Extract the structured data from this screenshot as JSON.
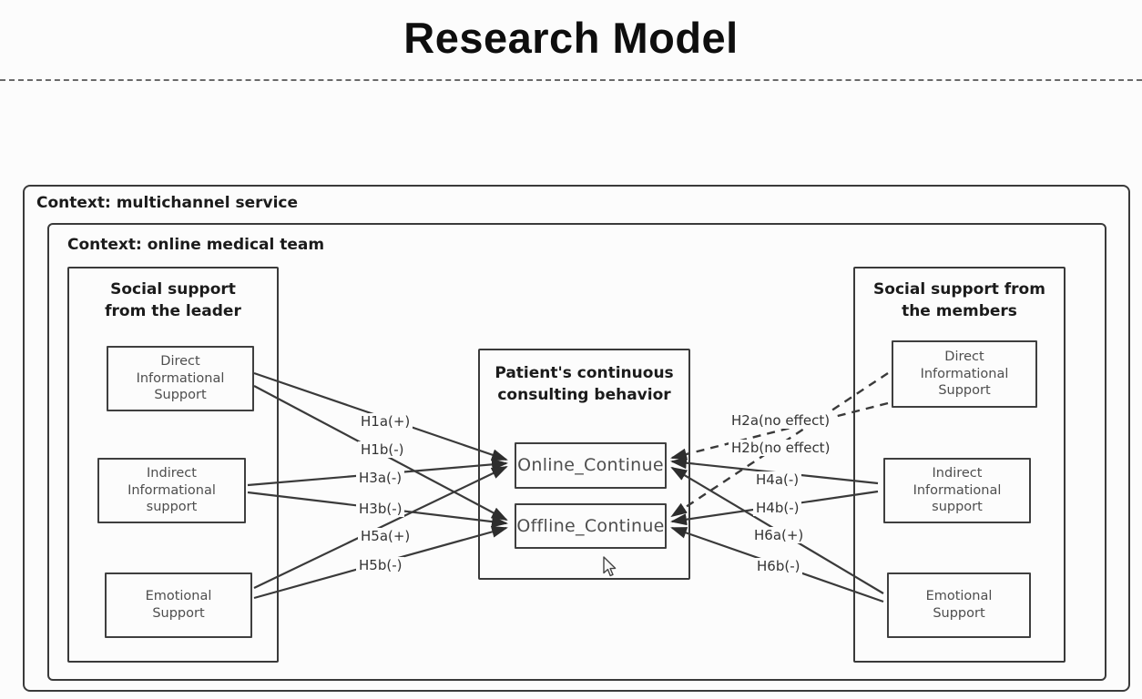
{
  "title": "Research Model",
  "diagram": {
    "outer_context_label": "Context: multichannel service",
    "inner_context_label": "Context: online medical team",
    "groups": {
      "leader": {
        "title": "Social support\nfrom the leader",
        "items": [
          "Direct\nInformational\nSupport",
          "Indirect\nInformational\nsupport",
          "Emotional\nSupport"
        ]
      },
      "center": {
        "title": "Patient's continuous\nconsulting behavior",
        "items": [
          "Online_Continue",
          "Offline_Continue"
        ]
      },
      "members": {
        "title": "Social support from\nthe members",
        "items": [
          "Direct\nInformational\nSupport",
          "Indirect\nInformational\nsupport",
          "Emotional\nSupport"
        ]
      }
    },
    "edges": [
      {
        "id": "H1a",
        "label": "H1a(+)",
        "style": "solid",
        "from": "leader-direct",
        "to": "online"
      },
      {
        "id": "H1b",
        "label": "H1b(-)",
        "style": "solid",
        "from": "leader-direct",
        "to": "offline"
      },
      {
        "id": "H3a",
        "label": "H3a(-)",
        "style": "solid",
        "from": "leader-indirect",
        "to": "online"
      },
      {
        "id": "H3b",
        "label": "H3b(-)",
        "style": "solid",
        "from": "leader-indirect",
        "to": "offline"
      },
      {
        "id": "H5a",
        "label": "H5a(+)",
        "style": "solid",
        "from": "leader-emotional",
        "to": "online"
      },
      {
        "id": "H5b",
        "label": "H5b(-)",
        "style": "solid",
        "from": "leader-emotional",
        "to": "offline"
      },
      {
        "id": "H2a",
        "label": "H2a(no effect)",
        "style": "dashed",
        "from": "members-direct",
        "to": "online"
      },
      {
        "id": "H2b",
        "label": "H2b(no effect)",
        "style": "dashed",
        "from": "members-direct",
        "to": "offline"
      },
      {
        "id": "H4a",
        "label": "H4a(-)",
        "style": "solid",
        "from": "members-indirect",
        "to": "online"
      },
      {
        "id": "H4b",
        "label": "H4b(-)",
        "style": "solid",
        "from": "members-indirect",
        "to": "offline"
      },
      {
        "id": "H6a",
        "label": "H6a(+)",
        "style": "solid",
        "from": "members-emotional",
        "to": "online"
      },
      {
        "id": "H6b",
        "label": "H6b(-)",
        "style": "solid",
        "from": "members-emotional",
        "to": "offline"
      }
    ],
    "colors": {
      "background": "#fcfcfc",
      "border": "#3a3a3a",
      "line": "#3a3a3a",
      "arrowhead": "#2d2d2d",
      "title_text": "#0e0e0e",
      "muted_text": "#4e4e4e"
    },
    "icons": {
      "cursor": "arrow-pointer-icon"
    }
  }
}
